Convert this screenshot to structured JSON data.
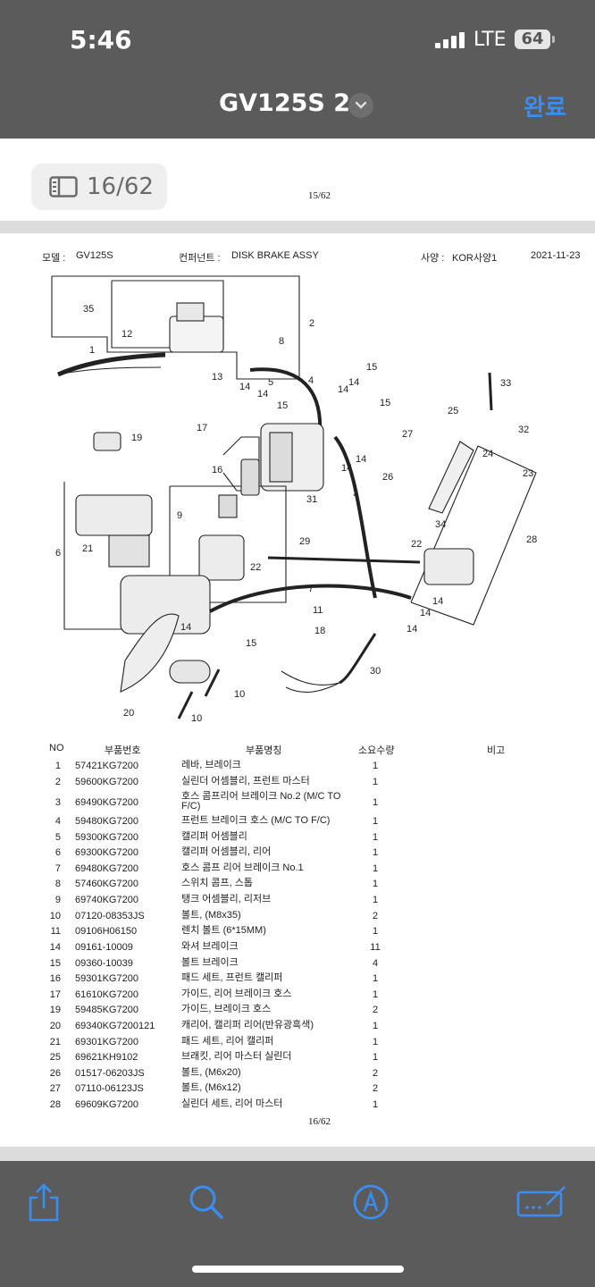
{
  "status": {
    "time": "5:46",
    "network": "LTE",
    "battery": "64"
  },
  "nav": {
    "title": "GV125S 2",
    "done": "완료"
  },
  "viewer": {
    "page_indicator": "16/62"
  },
  "page_top": {
    "page_number": "15/62"
  },
  "sheet": {
    "model_label": "모델 :",
    "model": "GV125S",
    "component_label": "컨퍼넌트 :",
    "component": "DISK BRAKE ASSY",
    "spec_label": "사양 :",
    "spec": "KOR사양1",
    "date": "2021-11-23",
    "page_number": "16/62"
  },
  "diagram_labels": [
    "35",
    "2",
    "12",
    "8",
    "1",
    "13",
    "14",
    "14",
    "5",
    "15",
    "4",
    "15",
    "14",
    "14",
    "15",
    "33",
    "17",
    "19",
    "27",
    "25",
    "32",
    "14",
    "14",
    "16",
    "3",
    "26",
    "24",
    "23",
    "31",
    "9",
    "34",
    "29",
    "22",
    "6",
    "21",
    "28",
    "22",
    "14",
    "7",
    "11",
    "14",
    "14",
    "14",
    "18",
    "15",
    "30",
    "10",
    "20",
    "10"
  ],
  "table": {
    "headers": {
      "no": "NO",
      "part_no": "부품번호",
      "name": "부품명칭",
      "qty": "소요수량",
      "note": "비고"
    },
    "rows": [
      {
        "no": "1",
        "part_no": "57421KG7200",
        "name": "레바, 브레이크",
        "qty": "1"
      },
      {
        "no": "2",
        "part_no": "59600KG7200",
        "name": "실린더 어셈블리, 프런트 마스터",
        "qty": "1"
      },
      {
        "no": "3",
        "part_no": "69490KG7200",
        "name": "호스 콤프리어 브레이크 No.2 (M/C TO F/C)",
        "qty": "1"
      },
      {
        "no": "4",
        "part_no": "59480KG7200",
        "name": "프런트 브레이크 호스 (M/C TO F/C)",
        "qty": "1"
      },
      {
        "no": "5",
        "part_no": "59300KG7200",
        "name": "캘리퍼 어셈블리",
        "qty": "1"
      },
      {
        "no": "6",
        "part_no": "69300KG7200",
        "name": "캘리퍼 어셈블리, 리어",
        "qty": "1"
      },
      {
        "no": "7",
        "part_no": "69480KG7200",
        "name": "호스 콤프 리어 브레이크 No.1",
        "qty": "1"
      },
      {
        "no": "8",
        "part_no": "57460KG7200",
        "name": "스위치 콤프, 스톱",
        "qty": "1"
      },
      {
        "no": "9",
        "part_no": "69740KG7200",
        "name": "탱크 어셈블리, 리저브",
        "qty": "1"
      },
      {
        "no": "10",
        "part_no": "07120-08353JS",
        "name": "볼트, (M8x35)",
        "qty": "2"
      },
      {
        "no": "11",
        "part_no": "09106H06150",
        "name": "렌치 볼트 (6*15MM)",
        "qty": "1"
      },
      {
        "no": "14",
        "part_no": "09161-10009",
        "name": "와셔 브레이크",
        "qty": "11"
      },
      {
        "no": "15",
        "part_no": "09360-10039",
        "name": "볼트 브레이크",
        "qty": "4"
      },
      {
        "no": "16",
        "part_no": "59301KG7200",
        "name": "패드 세트, 프런트 캘리퍼",
        "qty": "1"
      },
      {
        "no": "17",
        "part_no": "61610KG7200",
        "name": "가이드, 리어 브레이크 호스",
        "qty": "1"
      },
      {
        "no": "19",
        "part_no": "59485KG7200",
        "name": "가이드, 브레이크 호스",
        "qty": "2"
      },
      {
        "no": "20",
        "part_no": "69340KG7200121",
        "name": "캐리어, 캘리퍼 리어(반유광흑색)",
        "qty": "1"
      },
      {
        "no": "21",
        "part_no": "69301KG7200",
        "name": "패드 세트, 리어 캘리퍼",
        "qty": "1"
      },
      {
        "no": "25",
        "part_no": "69621KH9102",
        "name": "브래킷, 리어 마스터 실린더",
        "qty": "1"
      },
      {
        "no": "26",
        "part_no": "01517-06203JS",
        "name": "볼트, (M6x20)",
        "qty": "2"
      },
      {
        "no": "27",
        "part_no": "07110-06123JS",
        "name": "볼트, (M6x12)",
        "qty": "2"
      },
      {
        "no": "28",
        "part_no": "69609KG7200",
        "name": "실린더 세트, 리어 마스터",
        "qty": "1"
      }
    ]
  },
  "toolbar": {
    "share": "share-icon",
    "search": "search-icon",
    "markup": "markup-icon",
    "signature": "signature-icon"
  },
  "colors": {
    "bar": "#5b5b5b",
    "accent": "#3a8df2"
  }
}
